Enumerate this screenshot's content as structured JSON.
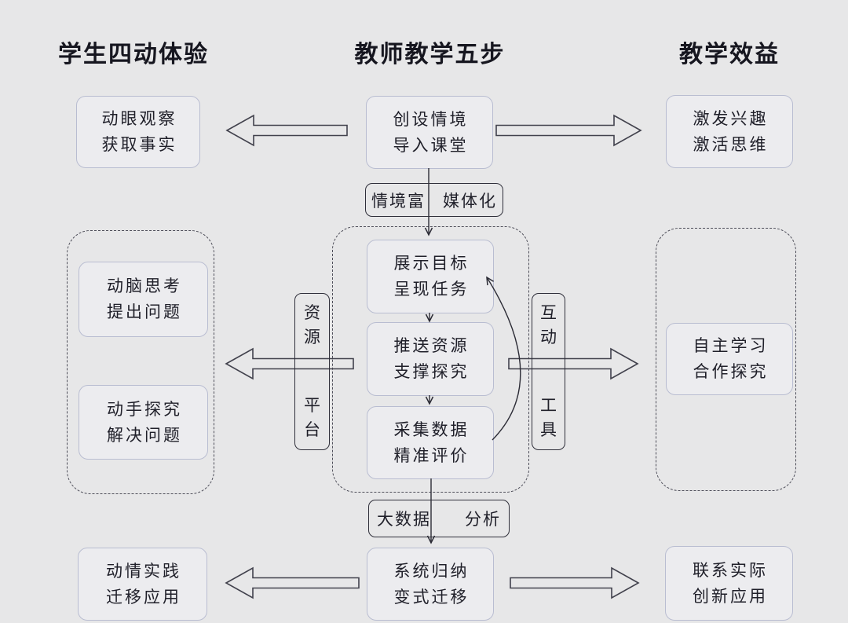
{
  "headers": {
    "left": "学生四动体验",
    "center": "教师教学五步",
    "right": "教学效益"
  },
  "nodes": {
    "eye": {
      "line1": "动眼观察",
      "line2": "获取事实"
    },
    "create": {
      "line1": "创设情境",
      "line2": "导入课堂"
    },
    "stimulate": {
      "line1": "激发兴趣",
      "line2": "激活思维"
    },
    "goal": {
      "line1": "展示目标",
      "line2": "呈现任务"
    },
    "push": {
      "line1": "推送资源",
      "line2": "支撑探究"
    },
    "collect": {
      "line1": "采集数据",
      "line2": "精准评价"
    },
    "brain": {
      "line1": "动脑思考",
      "line2": "提出问题"
    },
    "hands": {
      "line1": "动手探究",
      "line2": "解决问题"
    },
    "self_learn": {
      "line1": "自主学习",
      "line2": "合作探究"
    },
    "sys": {
      "line1": "系统归纳",
      "line2": "变式迁移"
    },
    "emotion": {
      "line1": "动情实践",
      "line2": "迁移应用"
    },
    "practical": {
      "line1": "联系实际",
      "line2": "创新应用"
    }
  },
  "labels": {
    "media": {
      "part1": "情境富",
      "part2": "媒体化"
    },
    "bigdata": {
      "part1": "大数据",
      "part2": "分析"
    },
    "resource": {
      "part1": "资源",
      "part2": "平台"
    },
    "tool": {
      "part1": "互动",
      "part2": "工具"
    }
  },
  "colors": {
    "background": "#e7e7e8",
    "node_fill": "#ececef",
    "node_border": "#b9bdd1",
    "label_border": "#2f2f3a",
    "dashed_border": "#4e4e59",
    "block_arrow_outline": "#42424d",
    "connector": "#2c2c36",
    "text": "#1f1f29"
  }
}
